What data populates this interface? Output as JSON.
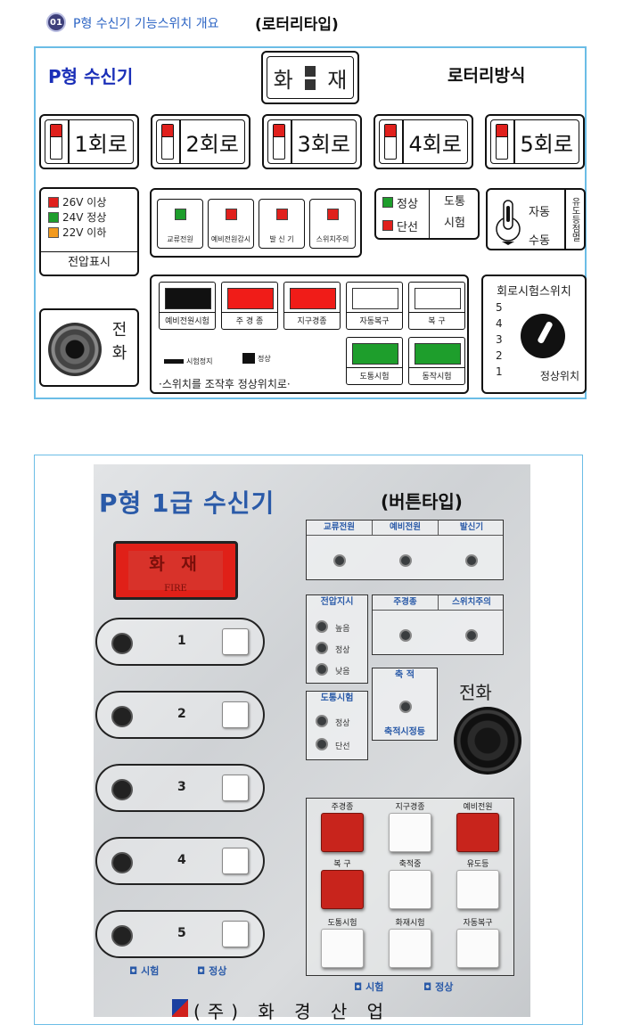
{
  "header": {
    "number": "01",
    "title": "P형 수신기 기능스위치 개요",
    "type": "(로터리타입)"
  },
  "panel1": {
    "title": "P형 수신기",
    "method": "로터리방식",
    "fire": [
      "화",
      "재"
    ],
    "circuits": [
      "1회로",
      "2회로",
      "3회로",
      "4회로",
      "5회로"
    ],
    "voltage": {
      "rows": [
        {
          "label": "26V 이상",
          "color": "#e0201c"
        },
        {
          "label": "24V 정상",
          "color": "#1e9e2c"
        },
        {
          "label": "22V 이하",
          "color": "#f29a1e"
        }
      ],
      "footer": "전압표시"
    },
    "lamps": [
      {
        "label": "교류전원",
        "color": "#1e9e2c"
      },
      {
        "label": "예비전원감시",
        "color": "#e0201c"
      },
      {
        "label": "발 신 기",
        "color": "#e0201c"
      },
      {
        "label": "스위치주의",
        "color": "#e0201c"
      }
    ],
    "state": {
      "normal": "정상",
      "normal_color": "#1e9e2c",
      "break": "단선",
      "break_color": "#e0201c",
      "test1": "도통",
      "test2": "시험"
    },
    "auto_switch": {
      "auto": "자동",
      "manual": "수동",
      "vertical": "유도등점멸"
    },
    "phone": [
      "전",
      "화"
    ],
    "buttons": [
      {
        "label": "예비전원시험",
        "color": "#111111"
      },
      {
        "label": "주 경 종",
        "color": "#f01c18"
      },
      {
        "label": "지구경종",
        "color": "#f01c18"
      },
      {
        "label": "자동복구",
        "color": "#ffffff"
      },
      {
        "label": "복 구",
        "color": "#ffffff"
      },
      {
        "label": "도통시험",
        "color": "#1e9e2c"
      },
      {
        "label": "동작시험",
        "color": "#1e9e2c"
      }
    ],
    "legend_stop": "시험정지",
    "legend_normal": "정상",
    "note": "·스위치를 조작후 정상위치로·",
    "rotary": {
      "title": "회로시험스위치",
      "numbers": [
        "5",
        "4",
        "3",
        "2",
        "1"
      ],
      "normal": "정상위치"
    }
  },
  "panel2": {
    "title": "P형 1급 수신기",
    "type": "(버튼타입)",
    "fire": {
      "kr": "화 재",
      "en": "FIRE"
    },
    "circuits": [
      "1",
      "2",
      "3",
      "4",
      "5"
    ],
    "left_test": "시험",
    "left_normal": "정상",
    "top_lamps": [
      "교류전원",
      "예비전원",
      "발신기"
    ],
    "voltage": {
      "title": "전압지시",
      "items": [
        "높음",
        "정상",
        "낮음"
      ]
    },
    "mid_lamps": [
      "주경종",
      "스위치주의"
    ],
    "accum": {
      "title": "축 적",
      "bottom": "축적시정등"
    },
    "conduct": {
      "title": "도통시험",
      "items": [
        "정상",
        "단선"
      ]
    },
    "phone": "전화",
    "keypad_labels": [
      "주경종",
      "지구경종",
      "예비전원",
      "복 구",
      "축적중",
      "유도등",
      "도통시험",
      "화재시험",
      "자동복구"
    ],
    "keypad_colors": [
      "red",
      "white",
      "red",
      "red",
      "white",
      "white",
      "white",
      "white",
      "white"
    ],
    "kp_test": "시험",
    "kp_normal": "정상",
    "maker": "(주) 화 경 산 업"
  }
}
